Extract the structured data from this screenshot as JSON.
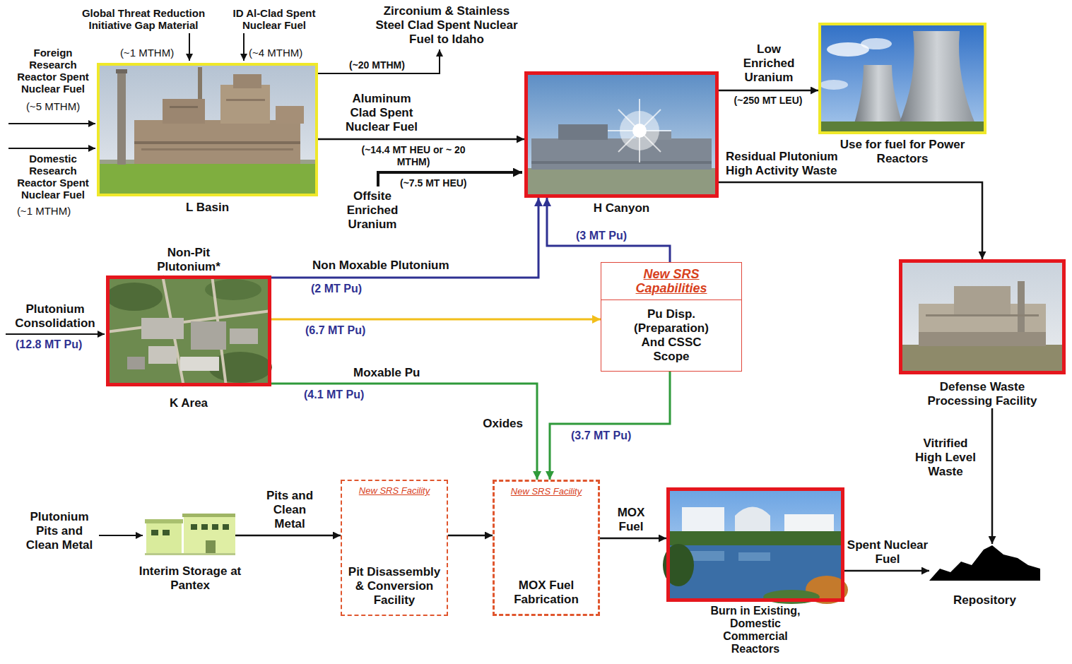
{
  "diagram": {
    "nodes": [
      {
        "text": [
          "L Basin"
        ]
      },
      {
        "text": [
          "H Canyon"
        ]
      },
      {
        "text": [
          "Use for fuel for Power Reactors"
        ]
      },
      {
        "text": [
          "Non-Pit Plutonium*",
          "K Area"
        ]
      },
      {
        "text": [
          "New SRS Capabilities",
          "Pu Disp. (Preparation) And CSSC Scope"
        ]
      },
      {
        "text": [
          "Defense Waste Processing Facility"
        ]
      },
      {
        "text": [
          "Interim Storage at Pantex"
        ]
      },
      {
        "text": [
          "New SRS Facility",
          "Pit Disassembly & Conversion Facility"
        ]
      },
      {
        "text": [
          "New SRS Facility",
          "MOX Fuel Fabrication"
        ]
      },
      {
        "text": [
          "Burn in Existing, Domestic Commercial Reactors"
        ]
      },
      {
        "text": [
          "Repository"
        ]
      }
    ],
    "edges": [
      {
        "from": 0,
        "to": 1,
        "label": "Aluminum Clad Spent Nuclear Fuel",
        "arrow": "to"
      },
      {
        "from": 1,
        "to": 2,
        "label": "Low Enriched Uranium",
        "arrow": "to"
      },
      {
        "from": 1,
        "to": 5,
        "label": "Residual Plutonium High Activity Waste",
        "arrow": "to"
      },
      {
        "from": 3,
        "to": 1,
        "label": "Non Moxable Plutonium",
        "arrow": "to"
      },
      {
        "from": 3,
        "to": 4,
        "label": "(6.7 MT Pu)",
        "arrow": "to"
      },
      {
        "from": 4,
        "to": 1,
        "label": "(3 MT Pu)",
        "arrow": "to"
      },
      {
        "from": 3,
        "to": 8,
        "label": "Moxable Pu",
        "arrow": "to"
      },
      {
        "from": 4,
        "to": 8,
        "label": "(3.7 MT Pu)",
        "arrow": "to"
      },
      {
        "from": 6,
        "to": 7,
        "label": "Pits and Clean Metal",
        "arrow": "to"
      },
      {
        "from": 7,
        "to": 8,
        "arrow": "to"
      },
      {
        "from": 8,
        "to": 9,
        "label": "MOX Fuel",
        "arrow": "to"
      },
      {
        "from": 9,
        "to": 10,
        "label": "Spent Nuclear Fuel",
        "arrow": "to"
      },
      {
        "from": 5,
        "to": 10,
        "label": "Vitrified High Level Waste",
        "arrow": "to"
      }
    ],
    "labels": [
      "Global Threat Reduction Initiative Gap Material",
      "(~1 MTHM)",
      "ID Al-Clad Spent Nuclear Fuel",
      "(~4 MTHM)",
      "Foreign Research Reactor Spent Nuclear Fuel",
      "(~5 MTHM)",
      "Domestic Research Reactor Spent Nuclear Fuel",
      "(~1 MTHM)",
      "Zirconium & Stainless Steel Clad Spent Nuclear Fuel to Idaho",
      "(~20 MTHM)",
      "(~14.4 MT HEU or ~ 20 MTHM)",
      "Offsite Enriched Uranium",
      "(~7.5 MT HEU)",
      "(~250 MT LEU)",
      "(2 MT Pu)",
      "Plutonium Consolidation",
      "(12.8 MT Pu)",
      "(4.1 MT Pu)",
      "Oxides",
      "Plutonium Pits and Clean Metal"
    ]
  }
}
